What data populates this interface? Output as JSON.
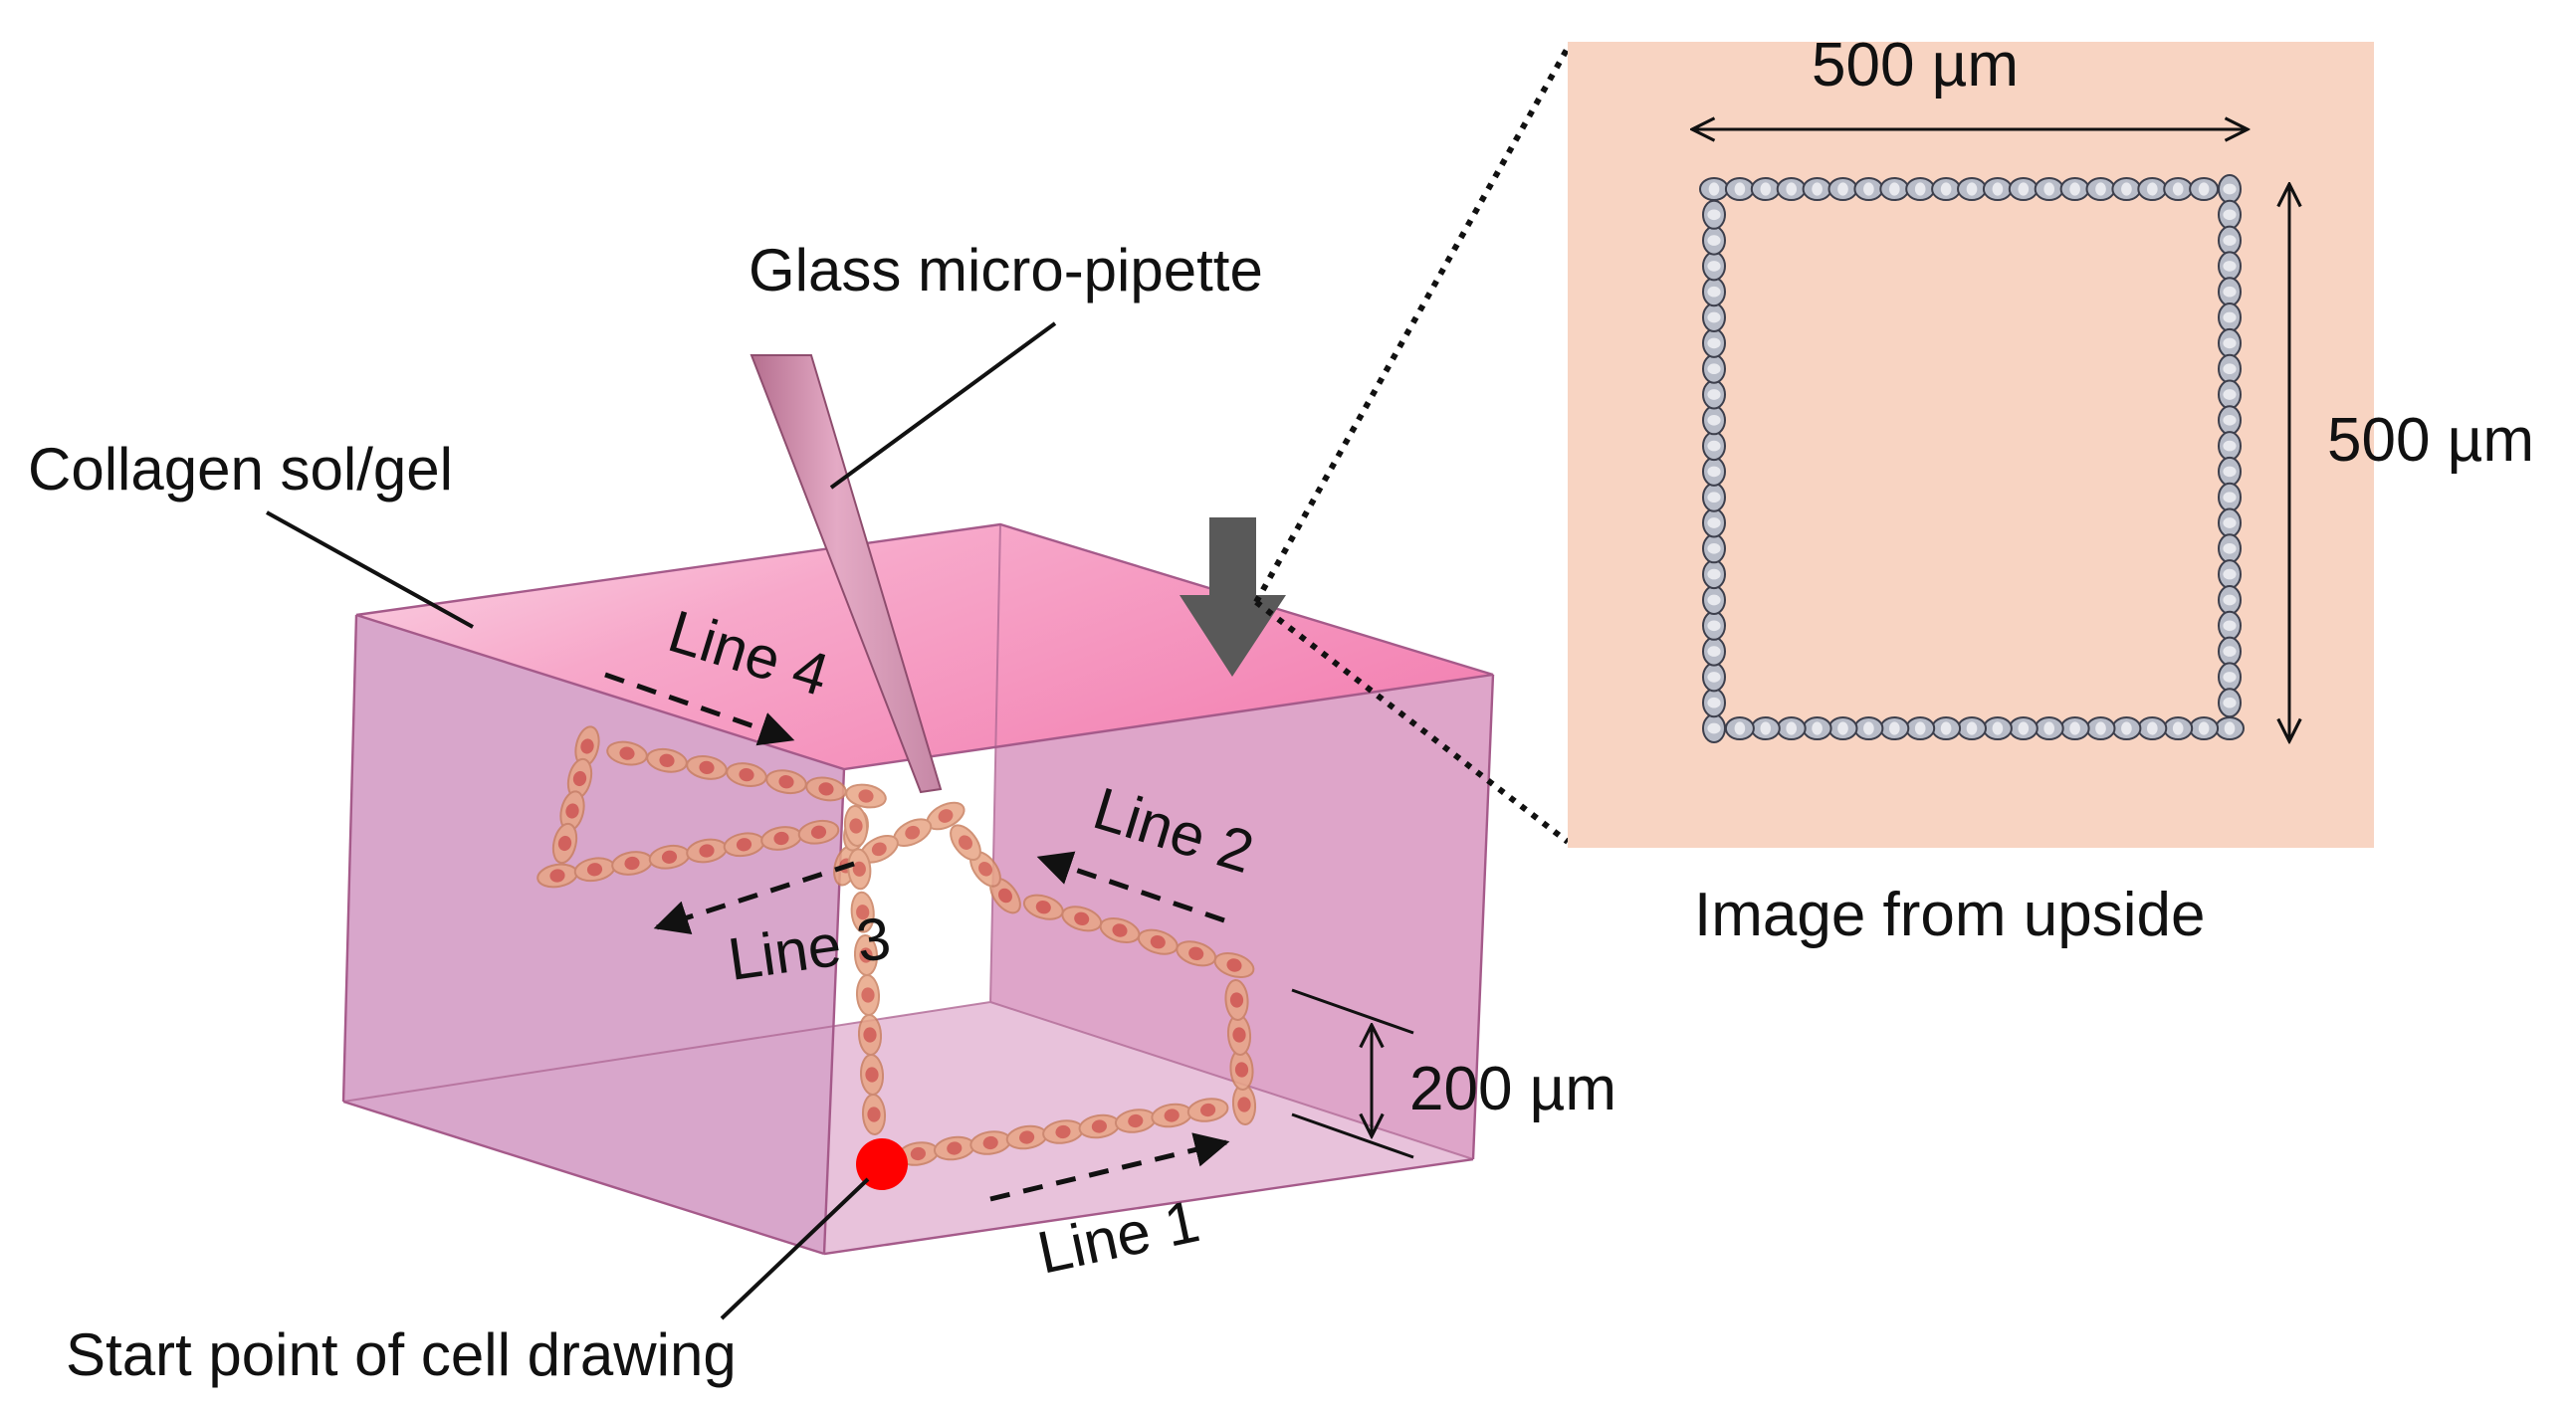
{
  "labels": {
    "collagen": "Collagen sol/gel",
    "pipette": "Glass micro-pipette",
    "start_point": "Start point of cell drawing",
    "line1": "Line 1",
    "line2": "Line 2",
    "line3": "Line 3",
    "line4": "Line 4",
    "depth": "200 µm",
    "width_top": "500 µm",
    "width_side": "500 µm",
    "inset_caption": "Image from upside"
  },
  "colors": {
    "gel_front": "#d9a5c9",
    "gel_top": "#f59ac3",
    "gel_right": "#dfa0c8",
    "inset_bg": "#f7d3c0",
    "start_dot": "#ff0000",
    "arrow_down": "#555555",
    "cell_fill": "#e8a585",
    "cell_nucleus": "#d0564a",
    "inset_cell": "#b8bcc8"
  },
  "icons": {
    "view_arrow": "down-arrow-icon",
    "start_marker": "red-dot-icon"
  }
}
